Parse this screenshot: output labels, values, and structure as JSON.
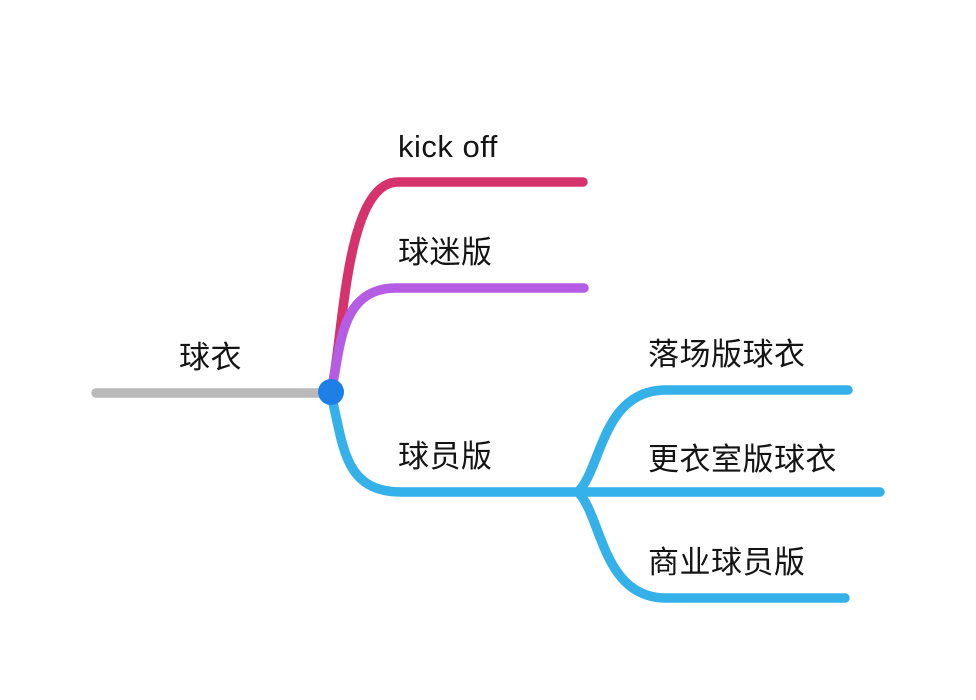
{
  "diagram": {
    "type": "mindmap",
    "background": "#ffffff",
    "text_color": "#141414",
    "root": {
      "label": "球衣",
      "line_color": "#b9b9b9"
    },
    "center_dot": {
      "color": "#1e7fe6"
    },
    "branches": [
      {
        "label": "kick off",
        "color": "#d6336c"
      },
      {
        "label": "球迷版",
        "color": "#b55ce4"
      },
      {
        "label": "球员版",
        "color": "#35b1ea",
        "children": [
          {
            "label": "落场版球衣",
            "color": "#35b1ea"
          },
          {
            "label": "更衣室版球衣",
            "color": "#35b1ea"
          },
          {
            "label": "商业球员版",
            "color": "#35b1ea"
          }
        ]
      }
    ]
  }
}
